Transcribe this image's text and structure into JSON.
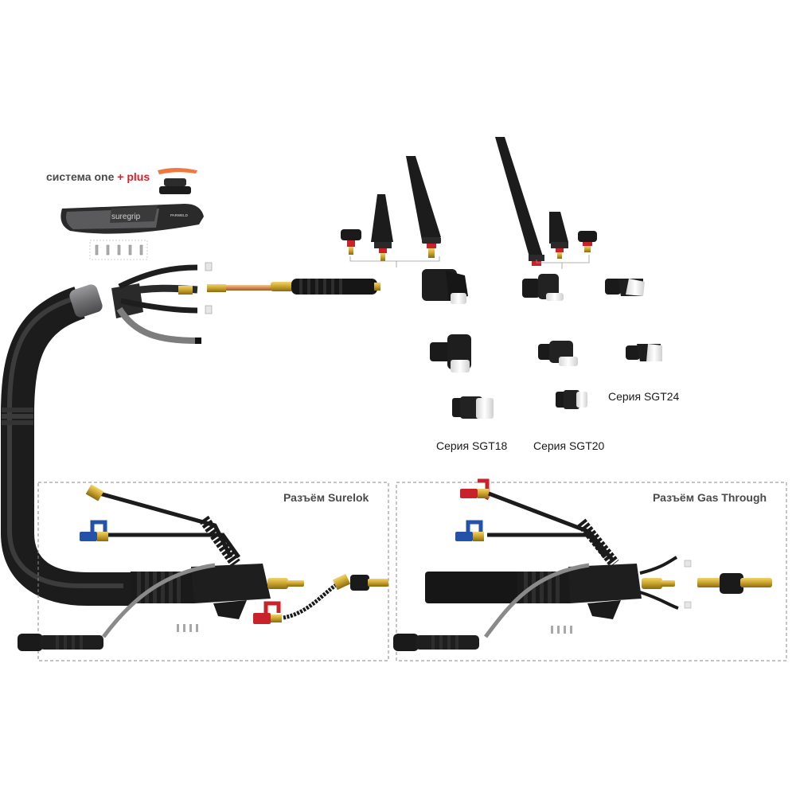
{
  "system": {
    "prefix": "система one",
    "plus_text": "+ plus"
  },
  "handle": {
    "brand_text": "suregrip",
    "badge_text": "PARWELD"
  },
  "series": {
    "sgt18": "Серия SGT18",
    "sgt20": "Серия SGT20",
    "sgt24": "Серия SGT24"
  },
  "connectors": {
    "surelok": "Разъём Surelok",
    "gas_through": "Разъём Gas Through"
  },
  "colors": {
    "cable_black": "#1c1c1c",
    "rubber_grey": "#6e6e70",
    "brass": "#c9a32c",
    "copper": "#d88a4a",
    "ceramic_white": "#f3f3f3",
    "red_tap": "#c8232a",
    "blue_tap": "#2452a8",
    "orange_part": "#f0783c",
    "accent_red": "#d8222a",
    "frame_dash": "#8a8a8a"
  }
}
